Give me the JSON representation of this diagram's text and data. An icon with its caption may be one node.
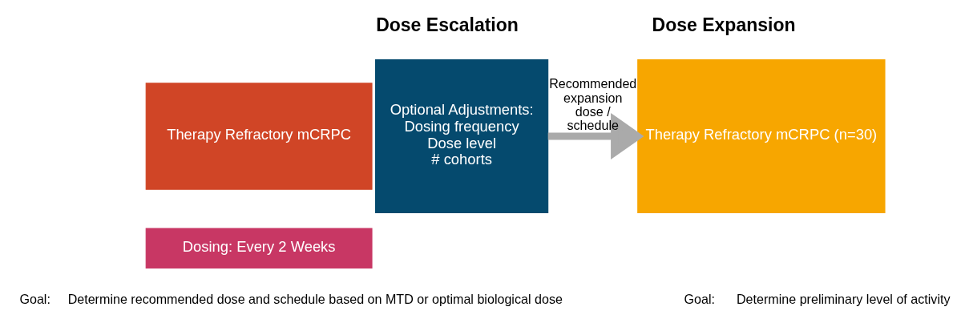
{
  "diagram": {
    "nodes": [
      {
        "text": [
          "Therapy Refractory mCRPC"
        ]
      },
      {
        "text": [
          "Dosing: Every 2 Weeks"
        ]
      },
      {
        "text": [
          "Optional Adjustments:",
          "Dosing frequency",
          "Dose level",
          "# cohorts"
        ]
      },
      {
        "text": [
          "Therapy Refractory mCRPC (n=30)"
        ]
      }
    ],
    "edges": [
      {
        "from": 2,
        "to": 3,
        "arrow": "to",
        "label": "Recommended expansion dose / schedule"
      }
    ],
    "labels": [
      "Dose Escalation",
      "Dose Expansion",
      "Goal:",
      "Determine recommended dose and schedule based on MTD or optimal biological dose",
      "Goal:",
      "Determine preliminary level of activity"
    ]
  }
}
